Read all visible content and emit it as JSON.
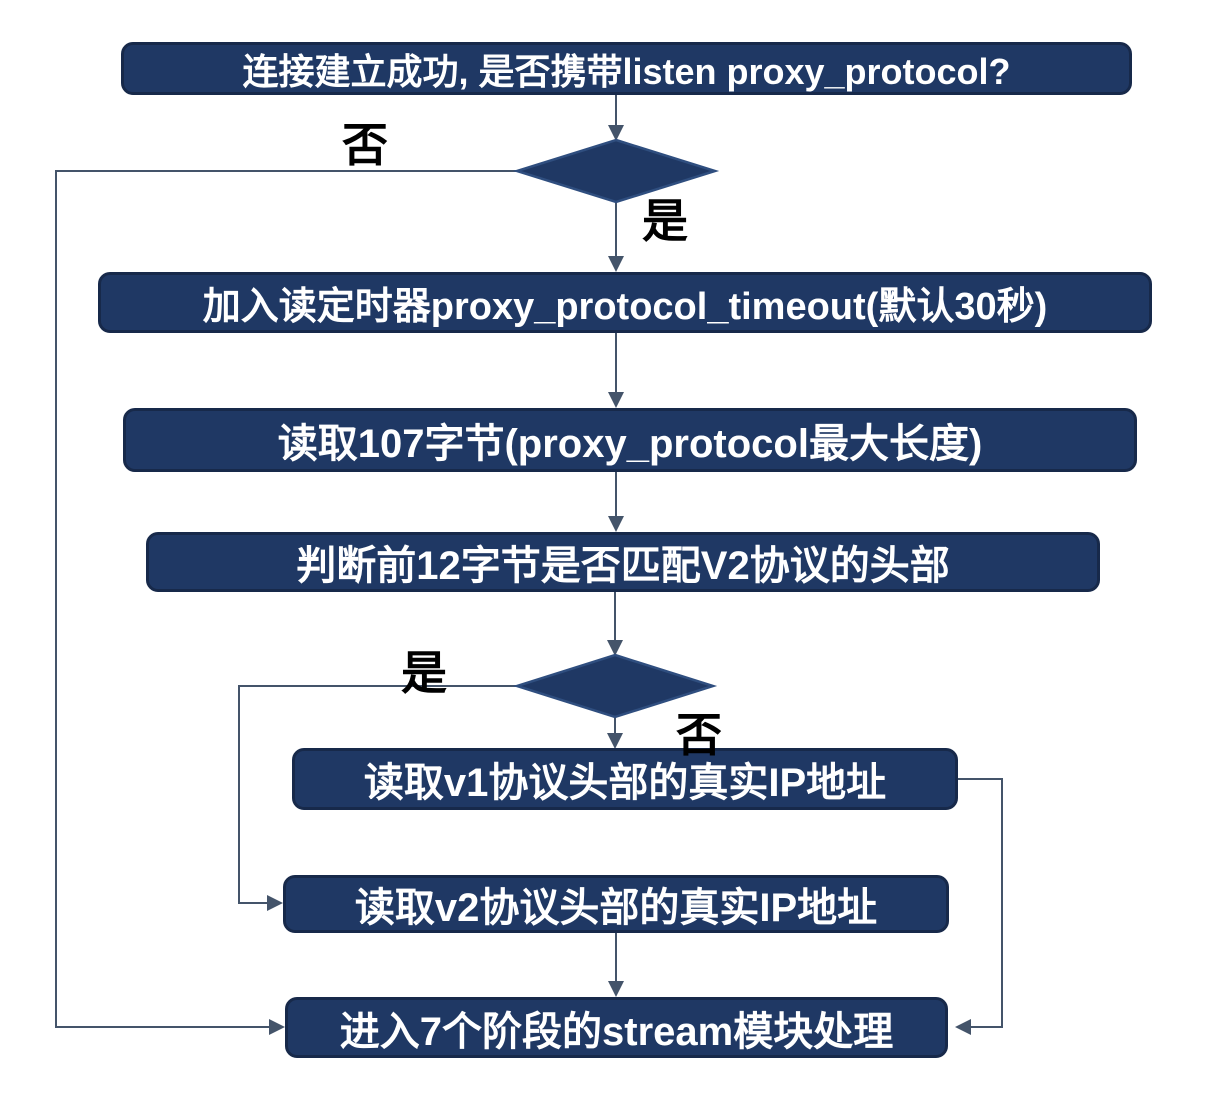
{
  "diagram": {
    "type": "flowchart",
    "background": "#ffffff",
    "colors": {
      "node_fill": "#1f3864",
      "node_border": "#17294a",
      "node_text": "#ffffff",
      "diamond_fill": "#1f3864",
      "diamond_border": "#2f4e7f",
      "connector": "#44546a",
      "branch_label_text": "#000000"
    },
    "nodes": [
      {
        "id": "start",
        "type": "process",
        "label": "连接建立成功, 是否携带listen proxy_protocol?"
      },
      {
        "id": "decision-listen-proxy-protocol",
        "type": "decision",
        "label": ""
      },
      {
        "id": "add-read-timer",
        "type": "process",
        "label": "加入读定时器proxy_protocol_timeout(默认30秒)"
      },
      {
        "id": "read-107-bytes",
        "type": "process",
        "label": "读取107字节(proxy_protocol最大长度)"
      },
      {
        "id": "check-v2-header",
        "type": "process",
        "label": "判断前12字节是否匹配V2协议的头部"
      },
      {
        "id": "decision-v2-match",
        "type": "decision",
        "label": ""
      },
      {
        "id": "read-v1-ip",
        "type": "process",
        "label": "读取v1协议头部的真实IP地址"
      },
      {
        "id": "read-v2-ip",
        "type": "process",
        "label": "读取v2协议头部的真实IP地址"
      },
      {
        "id": "stream-phases",
        "type": "process",
        "label": "进入7个阶段的stream模块处理"
      }
    ],
    "branch_labels": {
      "decision1_no": "否",
      "decision1_yes": "是",
      "decision2_yes": "是",
      "decision2_no": "否"
    },
    "edges": [
      {
        "from": "start",
        "to": "decision-listen-proxy-protocol",
        "label": ""
      },
      {
        "from": "decision-listen-proxy-protocol",
        "to": "stream-phases",
        "label": "否",
        "route": "left-side"
      },
      {
        "from": "decision-listen-proxy-protocol",
        "to": "add-read-timer",
        "label": "是"
      },
      {
        "from": "add-read-timer",
        "to": "read-107-bytes",
        "label": ""
      },
      {
        "from": "read-107-bytes",
        "to": "check-v2-header",
        "label": ""
      },
      {
        "from": "check-v2-header",
        "to": "decision-v2-match",
        "label": ""
      },
      {
        "from": "decision-v2-match",
        "to": "read-v2-ip",
        "label": "是",
        "route": "left-loop"
      },
      {
        "from": "decision-v2-match",
        "to": "read-v1-ip",
        "label": "否"
      },
      {
        "from": "read-v1-ip",
        "to": "stream-phases",
        "label": "",
        "route": "right-side"
      },
      {
        "from": "read-v2-ip",
        "to": "stream-phases",
        "label": ""
      }
    ]
  }
}
